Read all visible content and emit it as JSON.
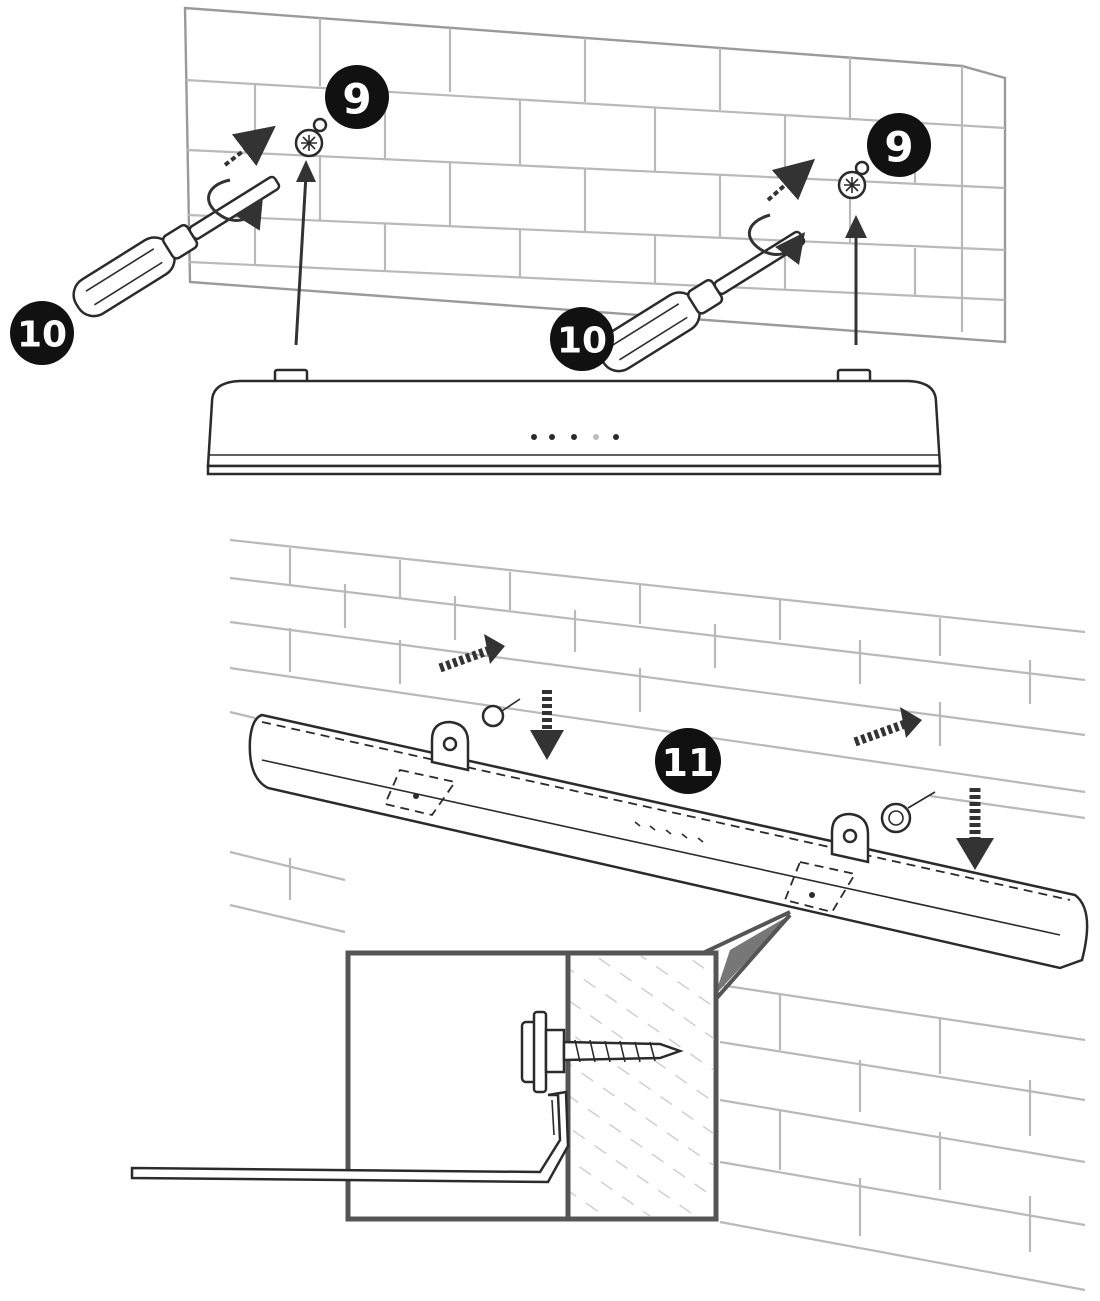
{
  "step_badges": {
    "top_left_screw": "9",
    "top_right_screw": "9",
    "top_left_screwdriver": "10",
    "top_right_screwdriver": "10",
    "hang_soundbar": "11"
  },
  "colors": {
    "badge_fill": "#111111",
    "badge_text": "#ffffff",
    "line_art": "#2b2b2b",
    "wall_lines": "#b9b9b9",
    "detail_frame": "#555555",
    "wall_hatch": "#cfcfcf"
  },
  "icons": {
    "screwdriver": "screwdriver-icon",
    "screw": "screw-icon",
    "arrow_up": "arrow-up-icon",
    "arrow_down": "arrow-down-icon",
    "rotation": "rotation-arrow-icon"
  }
}
